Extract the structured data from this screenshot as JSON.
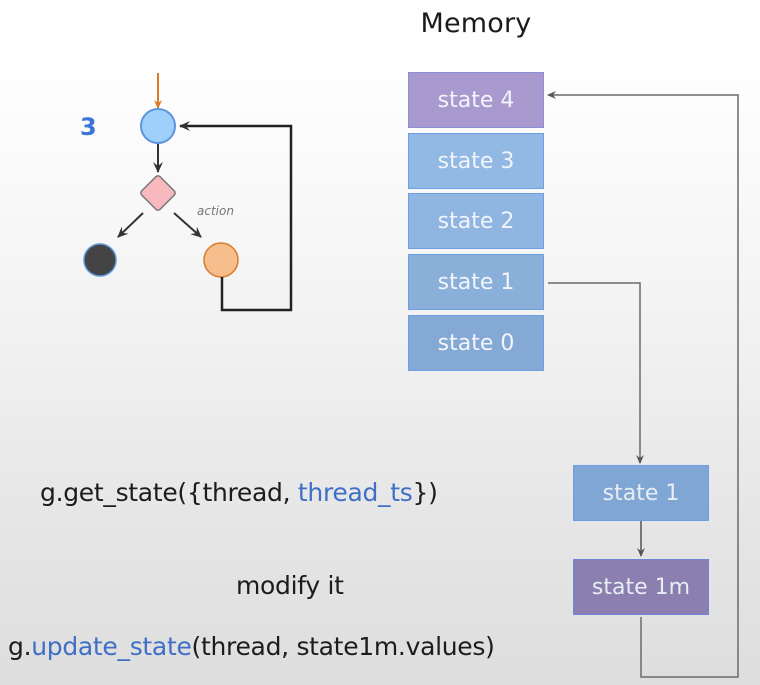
{
  "memory": {
    "title": "Memory",
    "states": [
      {
        "label": "state 4",
        "kind": "new"
      },
      {
        "label": "state 3",
        "kind": "checkpoint"
      },
      {
        "label": "state 2",
        "kind": "checkpoint"
      },
      {
        "label": "state 1",
        "kind": "checkpoint"
      },
      {
        "label": "state 0",
        "kind": "checkpoint"
      }
    ]
  },
  "graph": {
    "step_number": "3",
    "edge_label": "action",
    "node_colors": {
      "entry": "#9fd0fb",
      "decision": "#f7b9bd",
      "end": "#444444",
      "action": "#f7be8d",
      "entry_arrow": "#d97a2b"
    }
  },
  "retrieved": {
    "state_label": "state 1",
    "modified_label": "state 1m"
  },
  "code": {
    "get_state": {
      "prefix": "g.get_state({thread, ",
      "highlight": "thread_ts",
      "suffix": "})"
    },
    "modify": "modify it",
    "update_state": {
      "prefix": "g.",
      "highlight": "update_state",
      "suffix": "(thread, state1m.values)"
    }
  },
  "colors": {
    "highlight": "#3f6fc6",
    "new_state": "#a89acf",
    "checkpoint": "#8fb5e0",
    "modified_state": "#8a7fae"
  }
}
